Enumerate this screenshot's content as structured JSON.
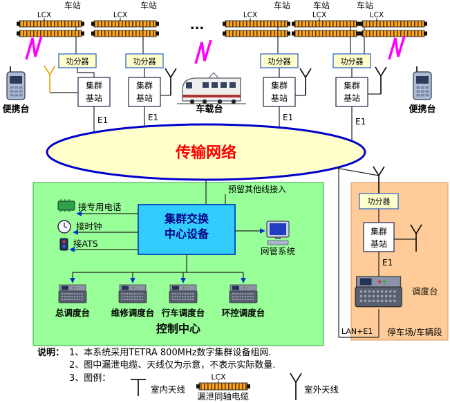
{
  "top": {
    "stations": [
      {
        "label": "车站",
        "lcx": "LCX"
      },
      {
        "label": "车站",
        "lcx": "LCX"
      },
      {
        "label": "车站",
        "lcx": "LCX"
      },
      {
        "label": "车站",
        "lcx": "LCX"
      },
      {
        "label": "车站",
        "lcx": "LCX"
      }
    ],
    "ellipsis": "...",
    "splitter": "功分器",
    "bs_line1": "集群",
    "bs_line2": "基站",
    "e1": "E1",
    "portable_left": "便携台",
    "portable_right": "便携台",
    "train": "车载台"
  },
  "network": {
    "label": "传输网络"
  },
  "control": {
    "reserved": "预留其他线接入",
    "switch1": "集群交换",
    "switch2": "中心设备",
    "phone": "接专用电话",
    "clock": "接时钟",
    "ats": "接ATS",
    "nms": "网管系统",
    "consoles": [
      {
        "label": "总调度台"
      },
      {
        "label": "维修调度台"
      },
      {
        "label": "行车调度台"
      },
      {
        "label": "环控调度台"
      }
    ],
    "title": "控制中心"
  },
  "depot": {
    "splitter": "功分器",
    "bs_line1": "集群",
    "bs_line2": "基站",
    "e1": "E1",
    "console": "调度台",
    "lan": "LAN+E1",
    "title": "停车场/车辆段"
  },
  "notes": {
    "heading": "说明：",
    "items": [
      {
        "text": "1、本系统采用TETRA  800MHz数字集群设备组网."
      },
      {
        "text": "2、图中漏泄电缆、天线仅为示意，不表示实际数量."
      },
      {
        "text": "3、图例："
      }
    ],
    "legend": {
      "indoor": "室内天线",
      "lcx": "LCX",
      "leaky": "漏泄同轴电缆",
      "outdoor": "室外天线"
    }
  },
  "colors": {
    "network_fill": "#FFFFCC",
    "network_stroke": "#0000CC",
    "network_text": "#FF0000",
    "green_box": "#99FF99",
    "orange_box": "#FFCC99",
    "cyan_box": "#33CCFF",
    "lcx_orange": "#FFA520",
    "lightning": "#FF00FF",
    "arrow_blue": "#0033CC"
  }
}
